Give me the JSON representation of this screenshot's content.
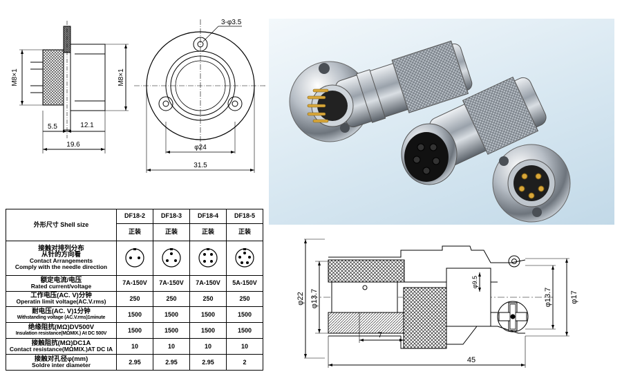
{
  "drawing_side": {
    "m8_left": "M8×1",
    "m8_right": "M8×1",
    "dim_5_5": "5.5",
    "dim_12_1": "12.1",
    "dim_19_6": "19.6"
  },
  "drawing_front": {
    "holes": "3-φ3.5",
    "dia_24": "φ24",
    "dim_31_5": "31.5"
  },
  "drawing_plug": {
    "dia_22": "φ22",
    "dia_13_7_left": "φ13.7",
    "dia_9_5": "φ9.5",
    "dia_13_7_right": "φ13.7",
    "dia_17": "φ17",
    "dim_7": "7",
    "dim_45": "45"
  },
  "table": {
    "shell_size_label": "外形尺寸  Shell size",
    "models": [
      "DF18-2",
      "DF18-3",
      "DF18-4",
      "DF18-5"
    ],
    "mount": [
      "正装",
      "正装",
      "正装",
      "正装"
    ],
    "contact_label_cn1": "接触对排列分布",
    "contact_label_cn2": "从针的方向看",
    "contact_label_en1": "Contact Arrangements",
    "contact_label_en2": "Comply with the needle direction",
    "rows": [
      {
        "cn": "额定电流/电压",
        "en": "Rated current/voltage",
        "values": [
          "7A-150V",
          "7A-150V",
          "7A-150V",
          "5A-150V"
        ]
      },
      {
        "cn": "工作电压(AC. V)分钟",
        "en": "Operatin limit voltage(AC.V.rms)",
        "values": [
          "250",
          "250",
          "250",
          "250"
        ]
      },
      {
        "cn": "耐电压(AC. V)1分钟",
        "en": "Withstanding voltage (AC.V.rms)1minute",
        "values": [
          "1500",
          "1500",
          "1500",
          "1500"
        ]
      },
      {
        "cn": "绝缘阻抗(MΩ)DV500V",
        "en": "Insulation resistance(MΩMIX.) At DC 500V",
        "values": [
          "1500",
          "1500",
          "1500",
          "1500"
        ]
      },
      {
        "cn": "接触阻抗(MΩ)DC1A",
        "en": "Contact resistance(MΩMIX.)AT DC IA",
        "values": [
          "10",
          "10",
          "10",
          "10"
        ]
      },
      {
        "cn": "接触对孔径φ(mm)",
        "en": "Soldre inter diameter",
        "values": [
          "2.95",
          "2.95",
          "2.95",
          "2"
        ]
      }
    ]
  }
}
